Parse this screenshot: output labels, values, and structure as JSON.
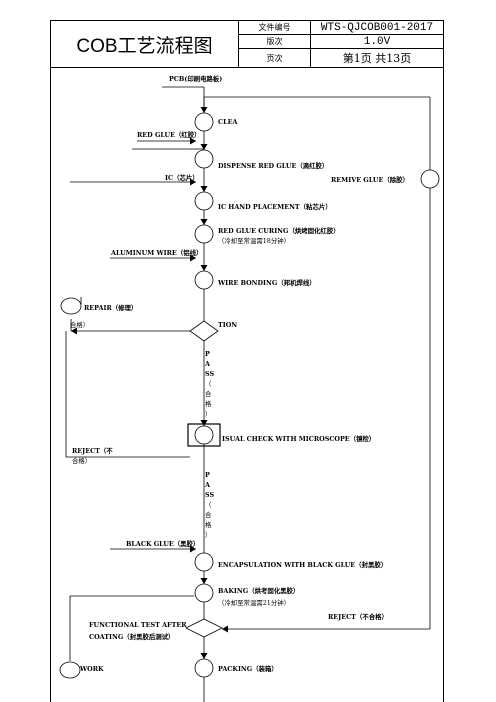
{
  "header": {
    "title": "COB工艺流程图",
    "doc_no_label": "文件编号",
    "doc_no": "WTS-QJCOB001-2017",
    "version_label": "版次",
    "version": "1.0V",
    "page_label": "页次",
    "page": "第1页 共13页"
  },
  "flow": {
    "pcb": "PCB(印刷电路板)",
    "clean": "CLEA",
    "red_glue_in": "RED GLUE（红胶）",
    "dispense": "DISPENSE RED GLUE（滴红胶）",
    "ic_in": "IC（芯片）",
    "remove_glue": "REMIVE GLUE（除胶）",
    "placement": "IC HAND PLACEMENT（粘芯片）",
    "curing_1": "RED GLUE CURING（烘烤固化红胶）",
    "curing_2": "（冷却至常温需18分钟）",
    "aluminum_in": "ALUMINUM WIRE（铝线）",
    "bonding": "WIRE BONDING（邦机焊线）",
    "repair": "REPAIR（修理）",
    "pass_left": "合格）",
    "inspection": "TION",
    "pass_v1": [
      "P",
      "A",
      "SS",
      "（",
      "合",
      "格",
      "）"
    ],
    "visual_check": "ISUAL CHECK WITH MICROSCOPE（镜检）",
    "reject_1": "REJECT（不",
    "reject_2": "合格）",
    "pass_v2": [
      "P",
      "A",
      "SS",
      "（",
      "合",
      "格",
      "）"
    ],
    "black_glue_in": "BLACK GLUE（黑胶）",
    "encapsulation": "ENCAPSULATION WITH BLACK GLUE（封黑胶）",
    "baking_1": "BAKING（烘考固化黑胶）",
    "baking_2": "（冷却至常温需21分钟）",
    "reject_right": "REJECT（不合格）",
    "functional_1": "FUNCTIONAL TEST AFTER",
    "functional_2": "COATING（封黑胶后测试）",
    "rework": "WORK",
    "packing": "PACKING（装箱）"
  }
}
